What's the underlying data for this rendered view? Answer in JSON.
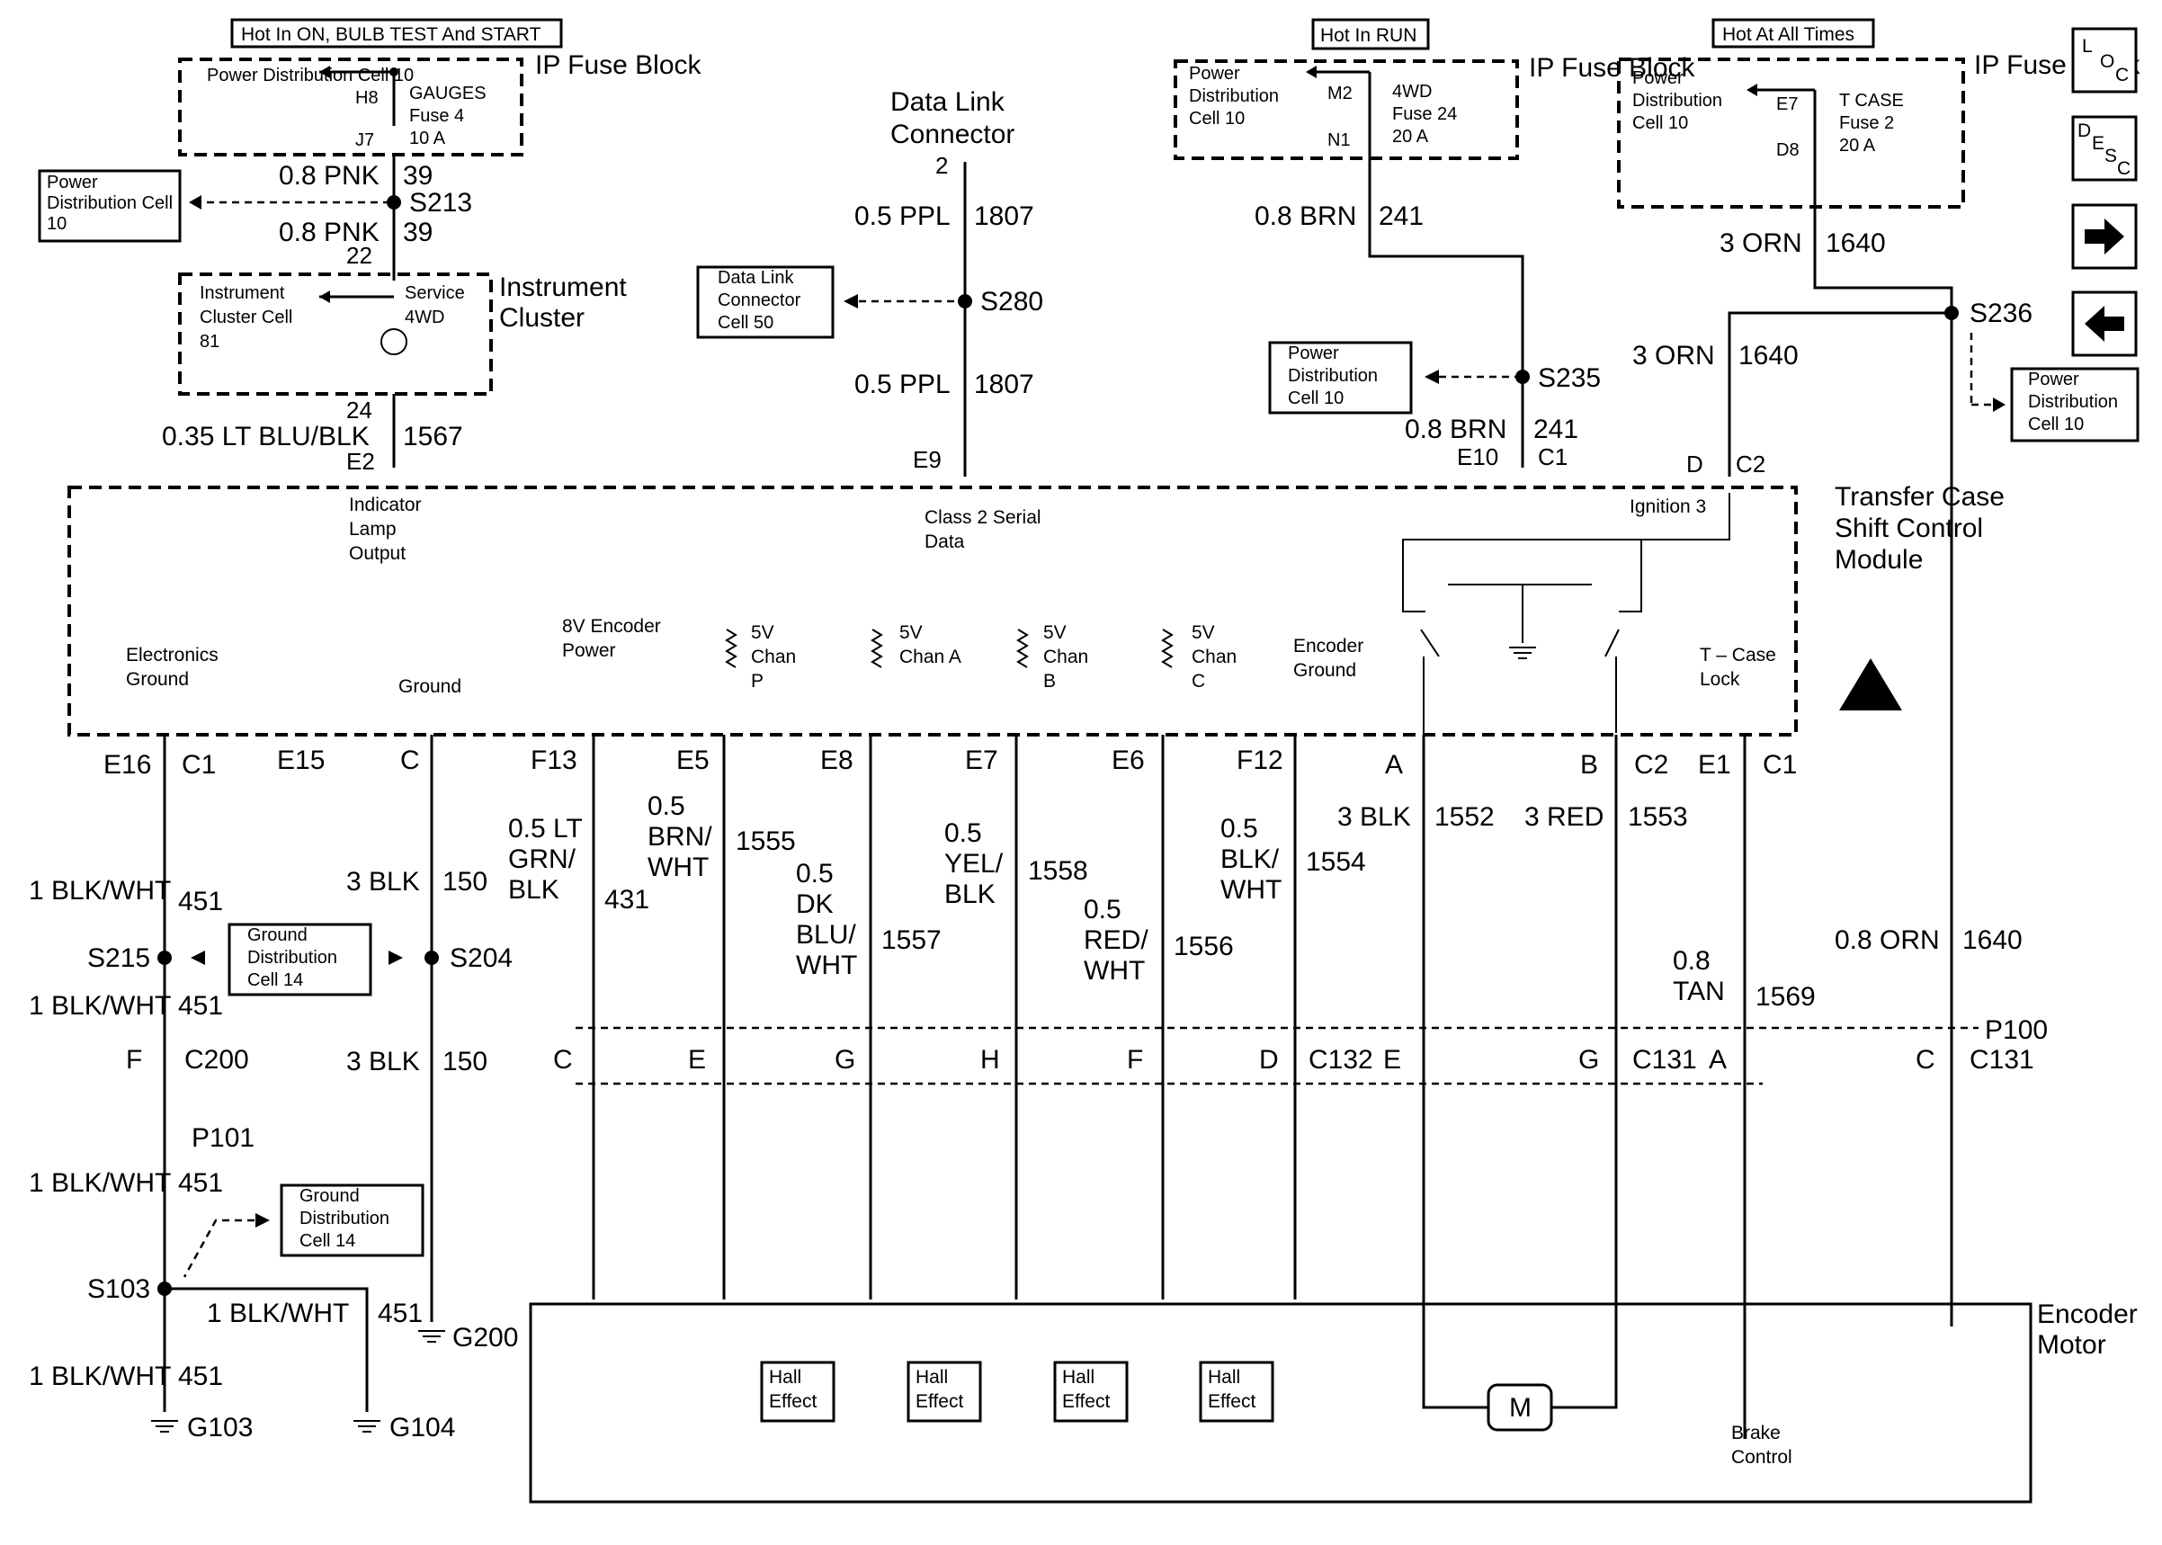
{
  "hot_labels": {
    "on_bulb_start": "Hot In ON, BULB TEST And START",
    "run": "Hot In RUN",
    "all_times": "Hot At All Times"
  },
  "ip_fuse_block": "IP Fuse Block",
  "fuse_gauges": {
    "pd": "Power Distribution Cell 10",
    "top": "H8",
    "bottom": "J7",
    "name": "GAUGES",
    "fuse": "Fuse 4",
    "amps": "10 A"
  },
  "fuse_4wd": {
    "pd": "Power Distribution Cell 10",
    "top": "M2",
    "bottom": "N1",
    "name": "4WD",
    "fuse": "Fuse 24",
    "amps": "20 A"
  },
  "fuse_tcase": {
    "pd": "Power Distribution Cell 10",
    "top": "E7",
    "bottom": "D8",
    "name": "T CASE",
    "fuse": "Fuse 2",
    "amps": "20 A"
  },
  "ref_boxes": {
    "pd_left": "Power Distribution Cell 10",
    "dlc": "Data Link Connector Cell 50",
    "pd_s235": "Power Distribution Cell 10",
    "pd_s236": "Power Distribution Cell 10",
    "gd_s215": "Ground Distribution Cell 14",
    "gd_s103": "Ground Distribution Cell 14"
  },
  "nav_icons": [
    "LOC",
    "DESC",
    "right-arrow",
    "left-arrow"
  ],
  "instrument_cluster": {
    "title": "Instrument Cluster",
    "cell": "Instrument Cluster Cell 81",
    "service": "Service 4WD"
  },
  "wire_labels": {
    "pnk_a": "0.8 PNK",
    "pnk_a_n": "39",
    "pnk_b": "0.8 PNK",
    "pnk_b_n": "39",
    "pin_39": "39",
    "pin_22": "22",
    "s213": "S213",
    "pin_24": "24",
    "ltblu": "0.35 LT BLU/BLK",
    "ltblu_n": "1567",
    "e2": "E2",
    "dlc_title": "Data Link Connector",
    "dlc_pin": "2",
    "ppl_a": "0.5 PPL",
    "ppl_a_n": "1807",
    "s280": "S280",
    "ppl_b": "0.5 PPL",
    "ppl_b_n": "1807",
    "e9": "E9",
    "brn_a": "0.8 BRN",
    "brn_a_n": "241",
    "s235": "S235",
    "brn_b": "0.8 BRN",
    "brn_b_n": "241",
    "e10": "E10",
    "c1_e10": "C1",
    "orn_a": "3 ORN",
    "orn_a_n": "1640",
    "s236": "S236",
    "orn_b": "3 ORN",
    "orn_b_n": "1640",
    "d": "D",
    "c2": "C2"
  },
  "module": {
    "title": "Transfer Case Shift Control Module",
    "indicator": "Indicator Lamp Output",
    "class2": "Class 2 Serial Data",
    "ignition": "Ignition 3",
    "elec_ground": "Electronics Ground",
    "ground": "Ground",
    "encoder_power": "8V Encoder Power",
    "chan_p": "5V Chan P",
    "chan_a": "5V Chan A",
    "chan_b": "5V Chan B",
    "chan_c": "5V Chan C",
    "encoder_ground": "Encoder Ground",
    "tcase_lock": "T – Case Lock"
  },
  "module_pins": [
    "E16",
    "C1",
    "E15",
    "C",
    "F13",
    "E5",
    "E8",
    "E7",
    "E6",
    "F12",
    "A",
    "B",
    "C2",
    "E1",
    "C1"
  ],
  "circuits": [
    {
      "wire": "1 BLK/WHT",
      "num": "451"
    },
    {
      "wire": "3 BLK",
      "num": "150"
    },
    {
      "wire": "0.5 LT GRN/ BLK",
      "num": "431"
    },
    {
      "wire": "0.5 BRN/ WHT",
      "num": "1555"
    },
    {
      "wire": "0.5 DK BLU/ WHT",
      "num": "1557"
    },
    {
      "wire": "0.5 YEL/ BLK",
      "num": "1558"
    },
    {
      "wire": "0.5 RED/ WHT",
      "num": "1556"
    },
    {
      "wire": "0.5 BLK/ WHT",
      "num": "1554"
    },
    {
      "wire": "3 BLK",
      "num": "1552"
    },
    {
      "wire": "3 RED",
      "num": "1553"
    },
    {
      "wire": "0.8 TAN",
      "num": "1569"
    },
    {
      "wire": "0.8 ORN",
      "num": "1640"
    }
  ],
  "splices": {
    "s215": "S215",
    "s204": "S204",
    "s103": "S103",
    "p101": "P101",
    "p100": "P100",
    "c200": "C200",
    "f": "F"
  },
  "connector_row": {
    "c132": "C132",
    "c131a": "C131",
    "c131b": "C131",
    "pins": [
      "C",
      "E",
      "G",
      "H",
      "F",
      "D",
      "E",
      "G",
      "A",
      "C"
    ]
  },
  "grounds": {
    "g200": "G200",
    "g103": "G103",
    "g104": "G104"
  },
  "lower": {
    "encoder_motor": "Encoder Motor",
    "hall": "Hall Effect",
    "brake": "Brake Control",
    "motor": "M"
  }
}
